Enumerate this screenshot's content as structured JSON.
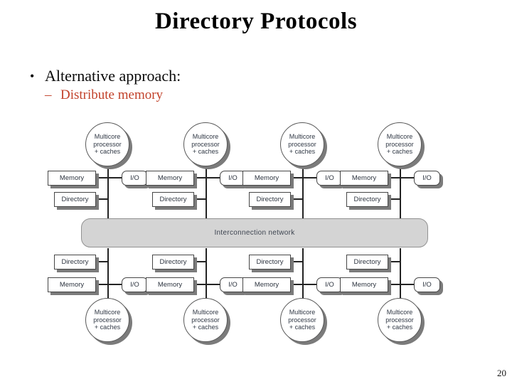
{
  "slide": {
    "title": "Directory Protocols",
    "bullet_marker": "•",
    "bullet": "Alternative approach:",
    "sub_bullet_marker": "–",
    "sub_bullet": "Distribute memory",
    "page_number": "20"
  },
  "diagram": {
    "interconnect_label": "Interconnection network",
    "node_labels": {
      "circle_line1": "Multicore",
      "circle_line2": "processor",
      "circle_line3": "+ caches",
      "memory": "Memory",
      "directory": "Directory",
      "io": "I/O"
    },
    "unit_count": 4,
    "colors": {
      "accent_red": "#c2422b",
      "bar_fill": "#d4d4d4",
      "box_border": "#464646",
      "shadow": "#7b7b7b"
    }
  }
}
